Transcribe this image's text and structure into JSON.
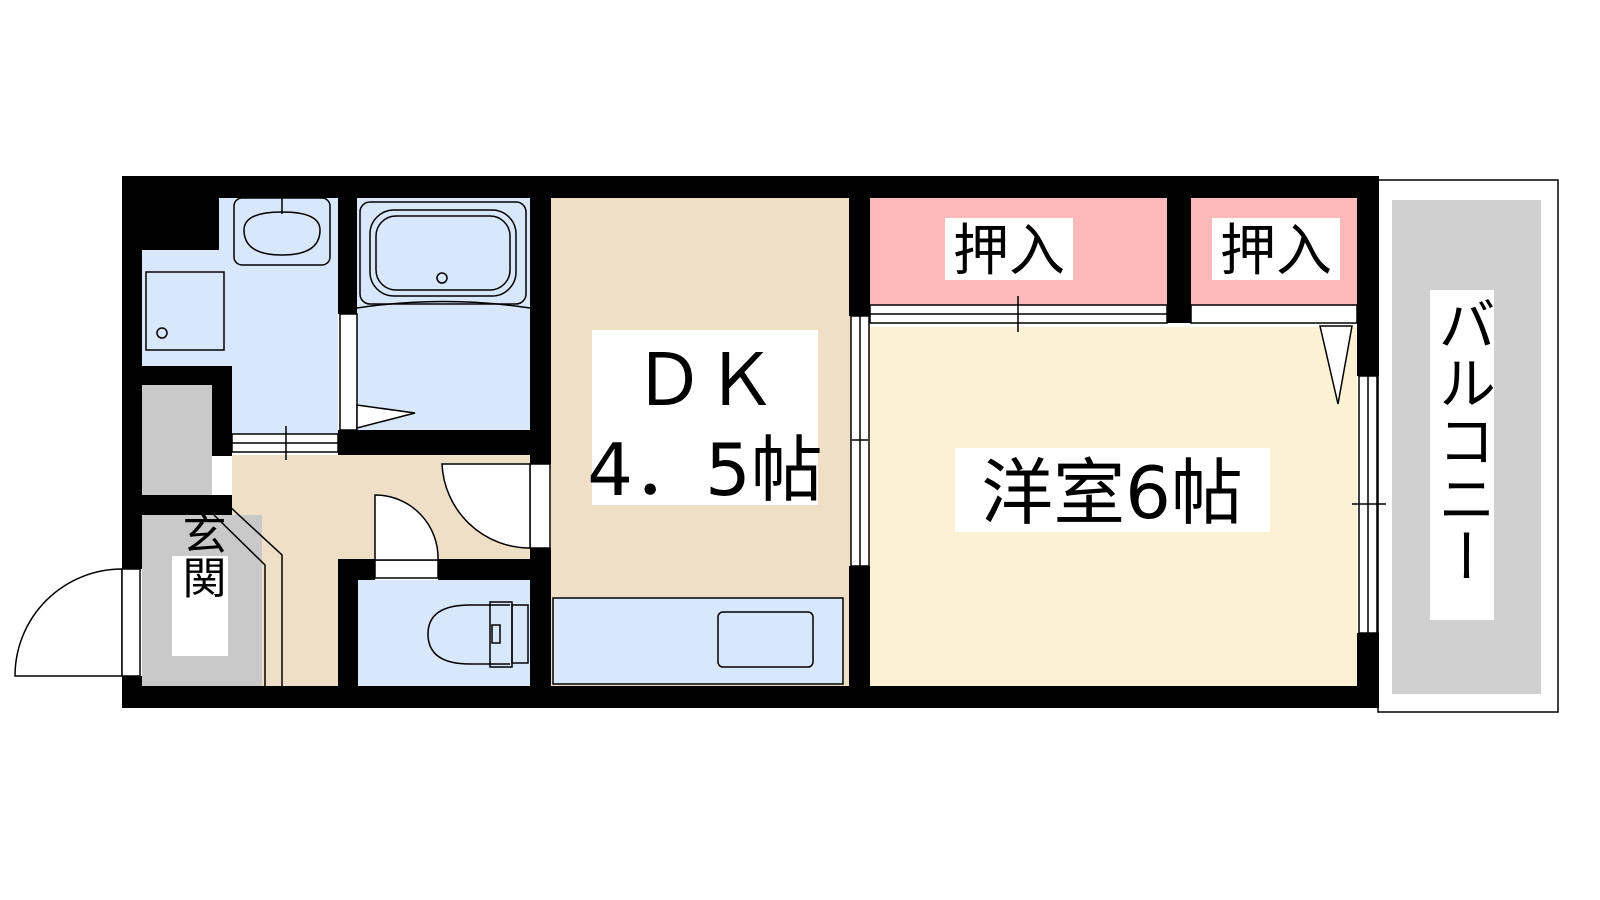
{
  "rooms": {
    "dk": {
      "line1": "ＤＫ",
      "line2": "4．5帖"
    },
    "western": {
      "label": "洋室6帖"
    },
    "closet_left": {
      "label": "押入"
    },
    "closet_right": {
      "label": "押入"
    },
    "entrance": {
      "label": "玄関"
    },
    "balcony": {
      "label": "バルコニー"
    }
  },
  "colors": {
    "wall": "#000000",
    "dk_floor": "#efdfc6",
    "western_floor": "#fdf1d3",
    "closet": "#feb9bb",
    "wet_area": "#d8e8fa",
    "entrance": "#c9c9c9",
    "balcony": "#d0d0d0"
  },
  "icons": [
    "washbasin-icon",
    "bathtub-icon",
    "toilet-icon",
    "kitchen-sink-icon",
    "door-swing-icon"
  ]
}
